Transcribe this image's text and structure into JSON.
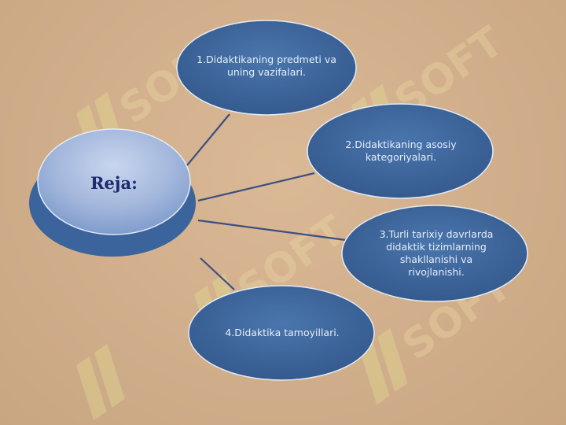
{
  "center": {
    "label": "Reja:"
  },
  "nodes": [
    {
      "label": "1.Didaktikaning predmeti va uning vazifalari."
    },
    {
      "label": "2.Didaktikaning asosiy kategoriyalari."
    },
    {
      "label": "3.Turli tarixiy davrlarda didaktik tizimlarning shakllanishi va rivojlanishi."
    },
    {
      "label": "4.Didaktika tamoyillari."
    }
  ],
  "watermark": {
    "text": "SOFT"
  },
  "colors": {
    "background": "#d2b08e",
    "node_fill": "#3f689e",
    "node_stroke": "#e2ebf5",
    "connector": "#3b4f80",
    "center_light": "#a9bcdf",
    "center_dark": "#3a649b",
    "center_text": "#1e2a6e"
  }
}
